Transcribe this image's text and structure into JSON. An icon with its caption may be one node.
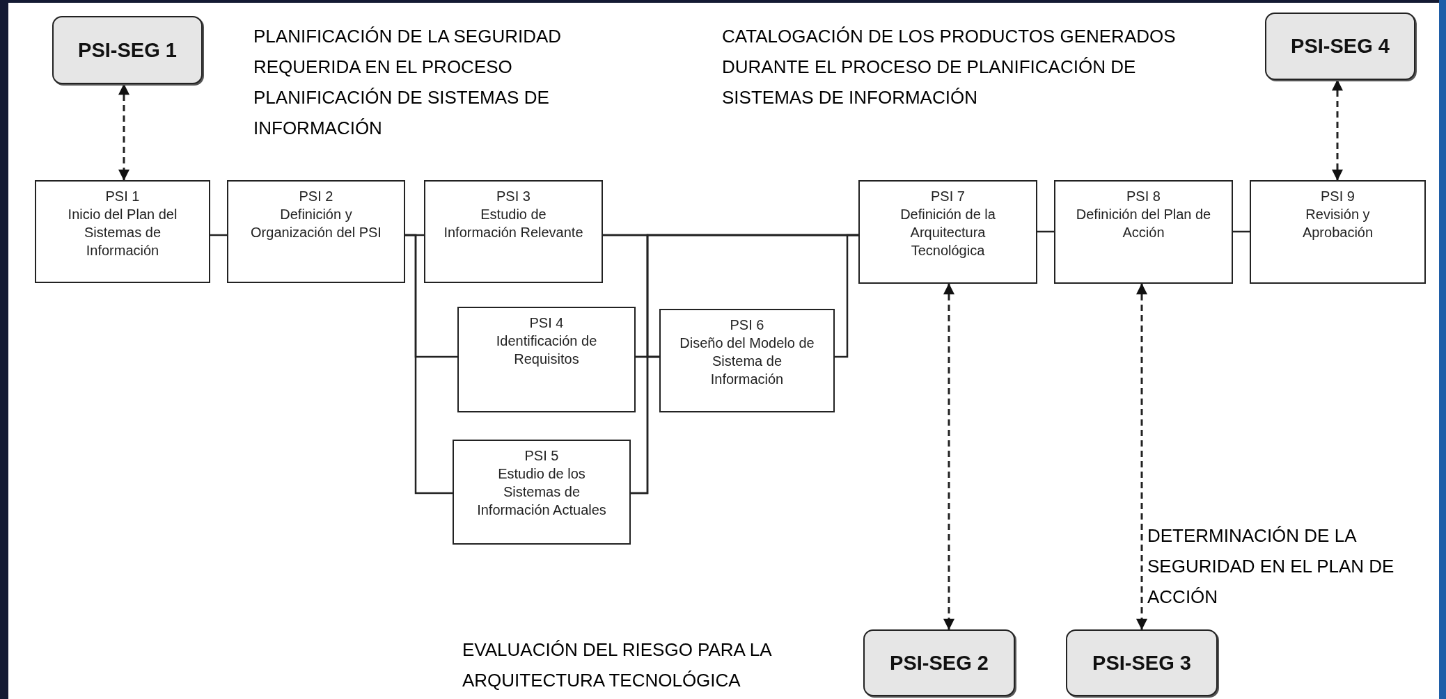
{
  "diagram": {
    "nodes": [
      {
        "text": [
          "PSI-SEG 1"
        ],
        "beside": [
          "PLANIFICACIÓN DE LA SEGURIDAD REQUERIDA EN EL PROCESO PLANIFICACIÓN DE SISTEMAS DE INFORMACIÓN"
        ]
      },
      {
        "text": [
          "PSI-SEG 4"
        ]
      },
      {
        "text": [
          "PSI 1",
          "Inicio del Plan del Sistemas de Información"
        ]
      },
      {
        "text": [
          "PSI 2",
          "Definición y Organización del PSI"
        ]
      },
      {
        "text": [
          "PSI 3",
          "Estudio de Información Relevante"
        ]
      },
      {
        "text": [
          "PSI 4",
          "Identificación de Requisitos"
        ]
      },
      {
        "text": [
          "PSI 5",
          "Estudio de los Sistemas de Información Actuales"
        ]
      },
      {
        "text": [
          "PSI 6",
          "Diseño del Modelo de Sistema de Información"
        ]
      },
      {
        "text": [
          "PSI 7",
          "Definición de la Arquitectura Tecnológica"
        ]
      },
      {
        "text": [
          "PSI 8",
          "Definición del Plan de Acción"
        ]
      },
      {
        "text": [
          "PSI 9",
          "Revisión y Aprobación"
        ]
      },
      {
        "text": [
          "PSI-SEG 2"
        ]
      },
      {
        "text": [
          "PSI-SEG 3"
        ],
        "beside": [
          "DETERMINACIÓN DE LA SEGURIDAD EN EL PLAN DE ACCIÓN"
        ]
      }
    ],
    "edges": [
      {
        "from": 0,
        "to": 2,
        "arrow": "both",
        "style": "dashed"
      },
      {
        "from": 1,
        "to": 10,
        "arrow": "both",
        "style": "dashed"
      },
      {
        "from": 2,
        "to": 3,
        "arrow": "none"
      },
      {
        "from": 3,
        "to": 4,
        "arrow": "none"
      },
      {
        "from": 3,
        "to": 5,
        "arrow": "none"
      },
      {
        "from": 3,
        "to": 6,
        "arrow": "none"
      },
      {
        "from": 4,
        "to": 7,
        "arrow": "none"
      },
      {
        "from": 5,
        "to": 7,
        "arrow": "none"
      },
      {
        "from": 6,
        "to": 7,
        "arrow": "none"
      },
      {
        "from": 4,
        "to": 8,
        "arrow": "none"
      },
      {
        "from": 5,
        "to": 8,
        "arrow": "none"
      },
      {
        "from": 6,
        "to": 8,
        "arrow": "none"
      },
      {
        "from": 7,
        "to": 8,
        "arrow": "none"
      },
      {
        "from": 8,
        "to": 9,
        "arrow": "none"
      },
      {
        "from": 9,
        "to": 10,
        "arrow": "none"
      },
      {
        "from": 8,
        "to": 11,
        "arrow": "both",
        "style": "dashed"
      },
      {
        "from": 9,
        "to": 12,
        "arrow": "both",
        "style": "dashed"
      }
    ],
    "labels": [
      "CATALOGACIÓN DE LOS PRODUCTOS GENERADOS DURANTE EL PROCESO DE PLANIFICACIÓN DE SISTEMAS DE INFORMACIÓN",
      "EVALUACIÓN DEL RIESGO PARA LA ARQUITECTURA TECNOLÓGICA"
    ]
  }
}
